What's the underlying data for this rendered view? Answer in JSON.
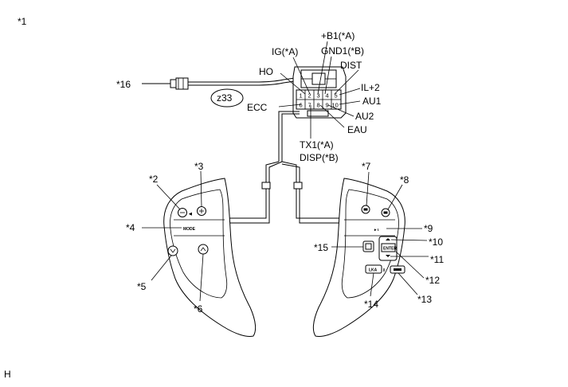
{
  "figure_ref": "*1",
  "footer_code": "H",
  "connector": {
    "code": "z33",
    "pins_top": [
      "1",
      "2",
      "3",
      "4",
      "5"
    ],
    "pins_bottom": [
      "6",
      "7",
      "8",
      "9",
      "10"
    ]
  },
  "terminals": {
    "ig": "IG(*A)",
    "b1": "+B1(*A)",
    "gnd1": "GND1(*B)",
    "dist": "DIST",
    "ho": "HO",
    "il2": "IL+2",
    "au1": "AU1",
    "ecc": "ECC",
    "au2": "AU2",
    "eau": "EAU",
    "tx1": "TX1(*A)",
    "disp": "DISP(*B)"
  },
  "callouts": {
    "c2": "*2",
    "c3": "*3",
    "c4": "*4",
    "c5": "*5",
    "c6": "*6",
    "c7": "*7",
    "c8": "*8",
    "c9": "*9",
    "c10": "*10",
    "c11": "*11",
    "c12": "*12",
    "c13": "*13",
    "c14": "*14",
    "c15": "*15",
    "c16": "*16"
  },
  "switch_labels": {
    "mode": "MODE",
    "enter": "ENTER",
    "lka": "LKA"
  }
}
